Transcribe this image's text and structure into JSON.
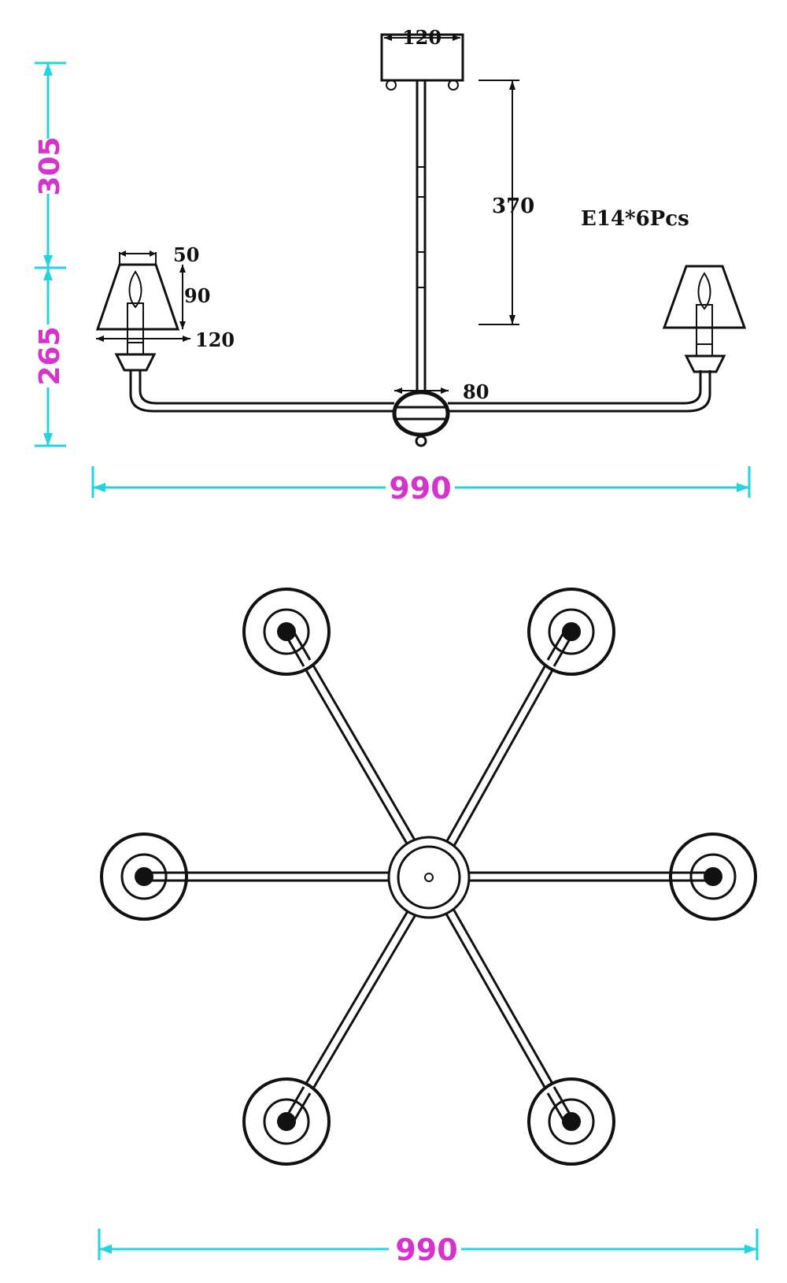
{
  "colors": {
    "line": "#111111",
    "dimension_line": "#22d3e0",
    "dimension_text": "#d633cc",
    "background": "#ffffff"
  },
  "side_view": {
    "canopy_width": "120",
    "rod_length": "370",
    "bulb_spec": "E14*6Pcs",
    "shade_top": "50",
    "shade_height": "90",
    "shade_bottom": "120",
    "hub_width": "80",
    "upper_height": "305",
    "lower_height": "265",
    "overall_width": "990"
  },
  "top_view": {
    "overall_width": "990",
    "arm_count": 6
  }
}
